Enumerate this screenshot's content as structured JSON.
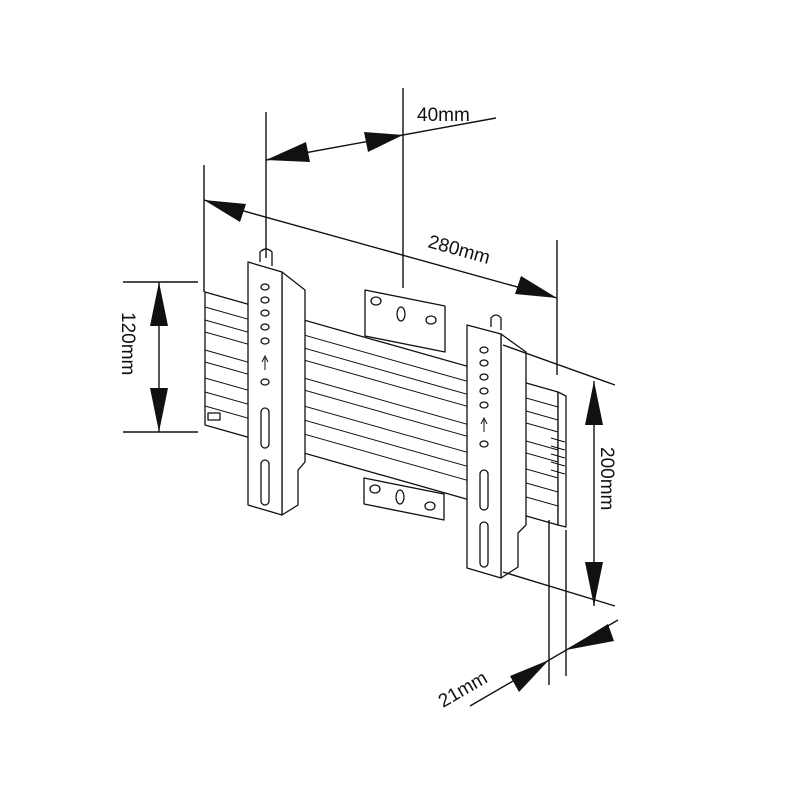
{
  "dimensions": {
    "spacing_40": "40mm",
    "width_280": "280mm",
    "height_120": "120mm",
    "height_200": "200mm",
    "depth_21": "21mm"
  },
  "colors": {
    "line": "#111111",
    "background": "#ffffff"
  }
}
